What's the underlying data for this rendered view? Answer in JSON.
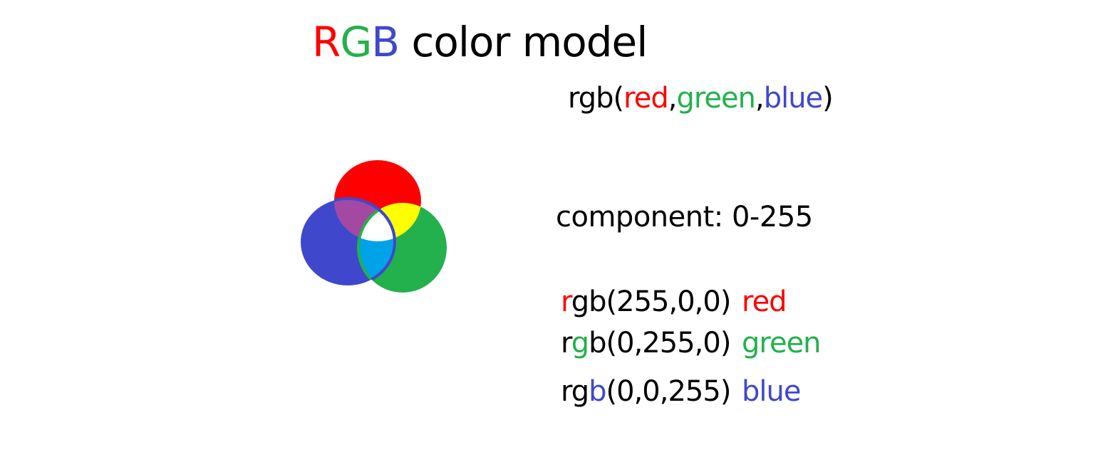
{
  "colors": {
    "red": "#ff0000",
    "green": "#22b14c",
    "blue": "#3f48cc",
    "yellow": "#ffff00",
    "magenta": "#a349a4",
    "cyan": "#00a2e8",
    "white": "#ffffff",
    "text": "#000000"
  },
  "title": {
    "r": "R",
    "g": "G",
    "b": "B",
    "rest": " color model"
  },
  "syntax": {
    "prefix": "rgb(",
    "red": "red",
    "comma1": ",",
    "green": "green",
    "comma2": ",",
    "blue": "blue",
    "suffix": ")"
  },
  "range": "component: 0-255",
  "examples": [
    {
      "pre": "",
      "hl": "r",
      "post": "gb(255,0,0)",
      "name": "red",
      "color": "red"
    },
    {
      "pre": "r",
      "hl": "g",
      "post": "b(0,255,0)",
      "name": "green",
      "color": "green"
    },
    {
      "pre": "rg",
      "hl": "b",
      "post": "(0,0,255)",
      "name": "blue",
      "color": "blue"
    }
  ]
}
